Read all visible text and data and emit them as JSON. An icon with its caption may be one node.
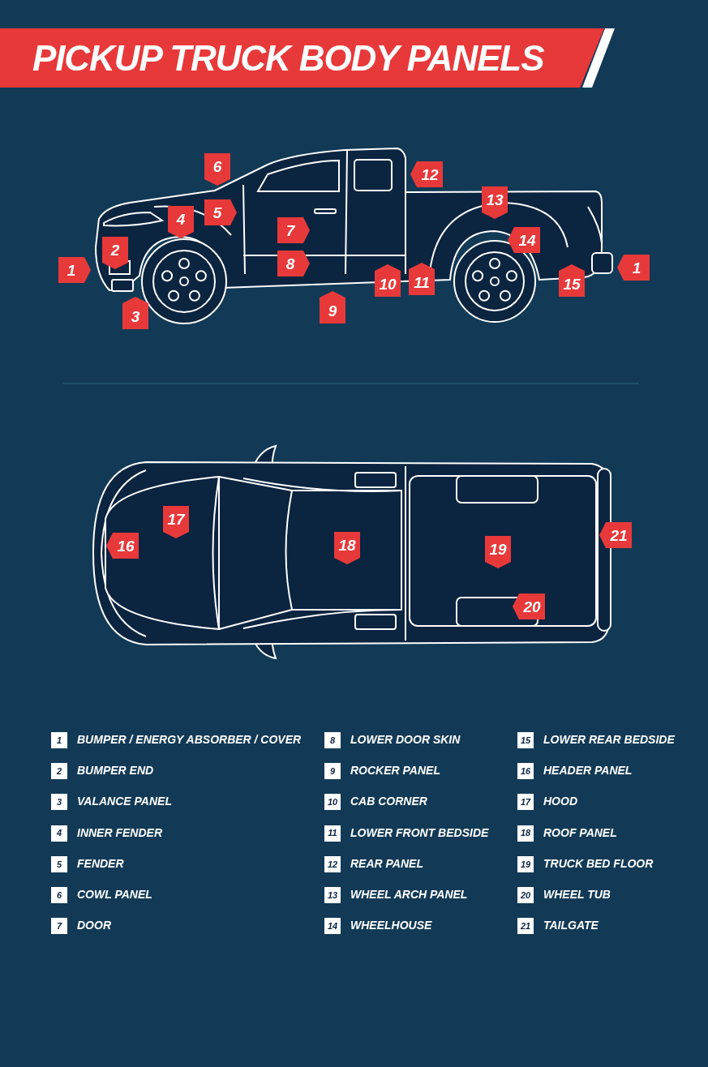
{
  "diagram": {
    "title": "PICKUP TRUCK BODY PANELS",
    "labels": [
      "6",
      "12",
      "13",
      "4",
      "5",
      "7",
      "14",
      "2",
      "1",
      "8",
      "1",
      "10",
      "11",
      "15",
      "3",
      "9",
      "17",
      "16",
      "18",
      "19",
      "21",
      "20",
      "1",
      "BUMPER / ENERGY ABSORBER / COVER",
      "2",
      "BUMPER END",
      "3",
      "VALANCE PANEL",
      "4",
      "INNER FENDER",
      "5",
      "FENDER",
      "6",
      "COWL PANEL",
      "7",
      "DOOR",
      "8",
      "LOWER DOOR SKIN",
      "9",
      "ROCKER PANEL",
      "10",
      "CAB CORNER",
      "11",
      "LOWER FRONT BEDSIDE",
      "12",
      "REAR PANEL",
      "13",
      "WHEEL ARCH PANEL",
      "14",
      "WHEELHOUSE",
      "15",
      "LOWER REAR BEDSIDE",
      "16",
      "HEADER PANEL",
      "17",
      "HOOD",
      "18",
      "ROOF PANEL",
      "19",
      "TRUCK BED FLOOR",
      "20",
      "WHEEL TUB",
      "21",
      "TAILGATE"
    ]
  }
}
